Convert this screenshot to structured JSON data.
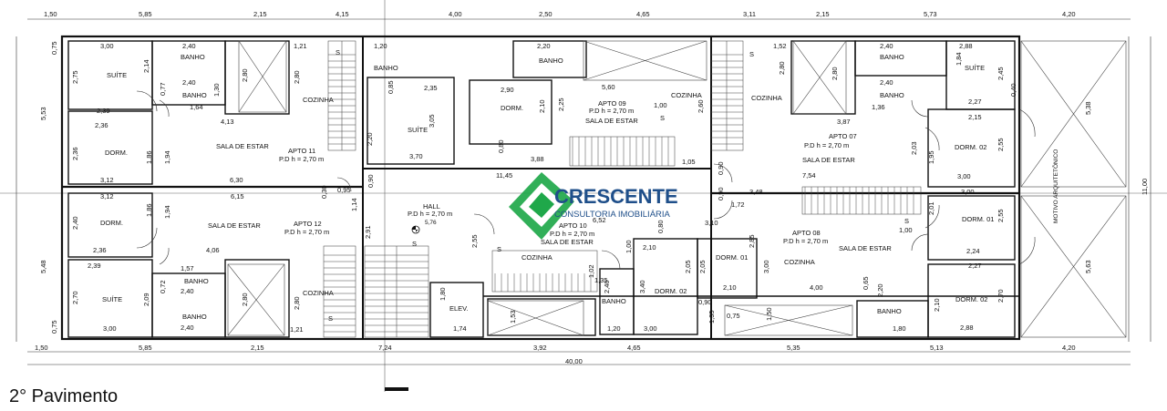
{
  "caption": "2° Pavimento",
  "logo": {
    "name": "CRESCENTE",
    "tagline": "CONSULTORIA IMOBILIÁRIA",
    "color": "#1fa84a"
  },
  "dims_top": [
    "1,50",
    "5,85",
    "2,15",
    "4,15",
    "4,00",
    "2,50",
    "4,65",
    "3,11",
    "2,15",
    "5,73",
    "4,20"
  ],
  "dims_bottom": [
    "1,50",
    "5,85",
    "2,15",
    "7,24",
    "3,92",
    "4,65",
    "5,35",
    "5,13",
    "4,20"
  ],
  "total_width": "40,00",
  "dims_left": [
    "5,53",
    "5,48"
  ],
  "dims_right": [
    "5,38",
    "11,00",
    "5,63"
  ],
  "apartments": [
    {
      "label": "APTO 11",
      "pd": "P.D h = 2,70 m"
    },
    {
      "label": "APTO 12",
      "pd": "P.D h = 2,70 m"
    },
    {
      "label": "APTO 09",
      "pd": "P.D h = 2,70 m"
    },
    {
      "label": "APTO 10",
      "pd": "P.D h = 2,70 m"
    },
    {
      "label": "APTO 07",
      "pd": "P.D h = 2,70 m"
    },
    {
      "label": "APTO 08",
      "pd": "P.D h = 2,70 m"
    }
  ],
  "hall": {
    "label": "HALL",
    "pd": "P.D h = 2,70 m",
    "dim": "5,76"
  },
  "elevator": {
    "label": "ELEV.",
    "dim": "1,74",
    "h": "1,80"
  },
  "rooms": {
    "suite": "SUÍTE",
    "banho": "BANHO",
    "dorm": "DORM.",
    "dorm01": "DORM. 01",
    "dorm02": "DORM. 02",
    "sala": "SALA DE ESTAR",
    "cozinha": "COZINHA",
    "motivo": "MOTIVO ARQUITETÔNICO",
    "stair_s": "S"
  },
  "room_dims": {
    "a": "3,00",
    "b": "2,40",
    "c": "2,75",
    "d": "2,14",
    "e": "2,39",
    "f": "0,77",
    "g": "1,64",
    "h": "1,30",
    "i": "4,13",
    "j": "2,36",
    "k": "3,12",
    "l": "1,86",
    "m": "1,94",
    "n": "6,30",
    "o": "6,15",
    "p": "4,06",
    "q": "1,57",
    "r": "0,72",
    "s": "2,09",
    "t": "2,70",
    "u": "2,80",
    "v": "1,21",
    "w": "1,20",
    "x": "0,75",
    "y": "3,70",
    "z": "2,35",
    "aa": "2,90",
    "ab": "3,05",
    "ac": "2,10",
    "ad": "2,25",
    "ae": "5,60",
    "af": "3,88",
    "ag": "11,45",
    "ah": "2,20",
    "ai": "1,00",
    "aj": "2,60",
    "ak": "1,05",
    "al": "1,52",
    "am": "2,88",
    "an": "1,84",
    "ao": "2,45",
    "ap": "2,27",
    "aq": "3,87",
    "ar": "1,36",
    "as": "2,15",
    "at": "2,55",
    "au": "7,54",
    "av": "3,48",
    "aw": "3,00",
    "ax": "1,72",
    "ay": "2,01",
    "az": "2,24",
    "ba": "3,10",
    "bb": "6,52",
    "bc": "2,05",
    "bd": "2,85",
    "be": "4,00",
    "bf": "0,65",
    "bg": "1,80",
    "bh": "3,40",
    "bi": "0,90",
    "bj": "1,35",
    "bk": "1,53",
    "bl": "1,02",
    "bm": "0,80",
    "bn": "0,95",
    "bo": "0,30",
    "bp": "2,91",
    "bq": "1,14",
    "br": "2,03",
    "bs": "1,95",
    "bt": "0,40",
    "bu": "0,85",
    "bv": "1,50"
  }
}
